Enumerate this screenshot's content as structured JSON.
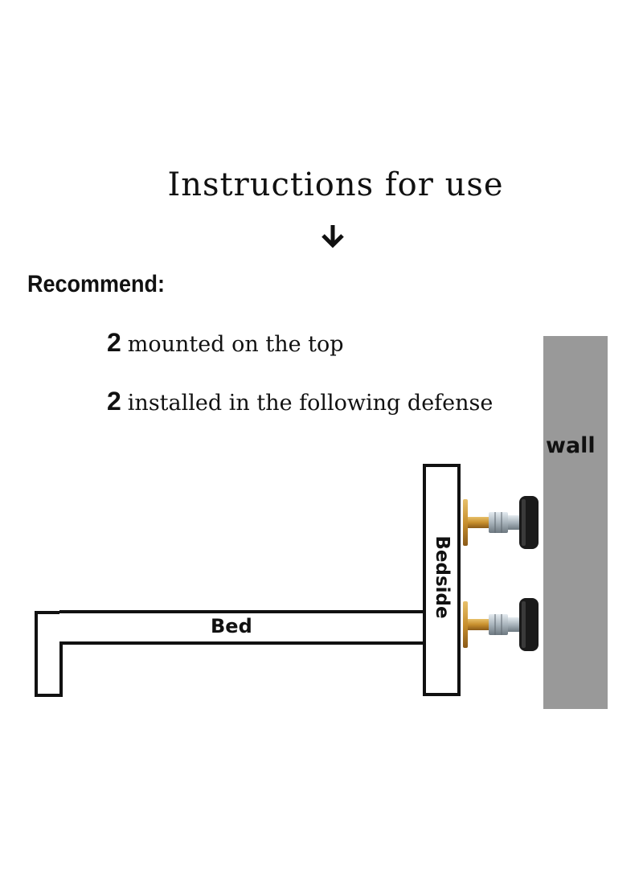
{
  "title": "Instructions for use",
  "icons": {
    "down_arrow": "down-arrow-icon",
    "stopper": "bed-stopper-icon"
  },
  "recommend": {
    "heading": "Recommend:",
    "items": [
      {
        "count": "2",
        "text": "mounted on the top"
      },
      {
        "count": "2",
        "text": "installed in the following defense"
      }
    ]
  },
  "diagram": {
    "wall_label": "wall",
    "bed_label": "Bed",
    "bedside_label": "Bedside"
  },
  "colors": {
    "wall": "#999999",
    "outline": "#111111",
    "brass": "#c8902e",
    "steel": "#a9b4bc",
    "rubber": "#1a1a1a"
  }
}
